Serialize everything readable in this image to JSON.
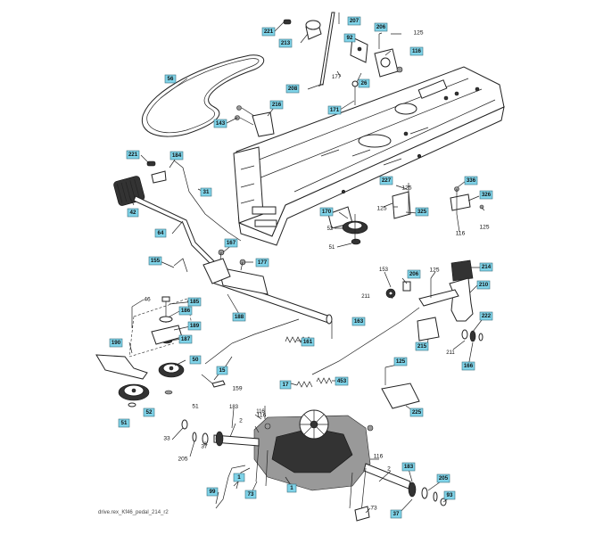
{
  "footer": "drive.rex_Kf46_pedal_214_r2",
  "boxed_labels": [
    "221",
    "213",
    "207",
    "92",
    "206",
    "116",
    "56",
    "208",
    "177",
    "26",
    "171",
    "143",
    "216",
    "184",
    "221",
    "31",
    "42",
    "227",
    "336",
    "326",
    "325",
    "170",
    "52",
    "64",
    "167",
    "177",
    "51",
    "155",
    "153",
    "206",
    "214",
    "210",
    "211",
    "185",
    "186",
    "188",
    "189",
    "187",
    "163",
    "161",
    "190",
    "50",
    "15",
    "17",
    "453",
    "222",
    "215",
    "211",
    "166",
    "125",
    "225",
    "51",
    "52",
    "183",
    "116",
    "93",
    "1",
    "183",
    "205",
    "93",
    "37",
    "73",
    "99"
  ],
  "plain_labels": [
    "125",
    "125",
    "125",
    "116",
    "125",
    "46",
    "159",
    "51",
    "2",
    "33",
    "205",
    "37",
    "116",
    "2",
    "73",
    "125",
    "116"
  ]
}
